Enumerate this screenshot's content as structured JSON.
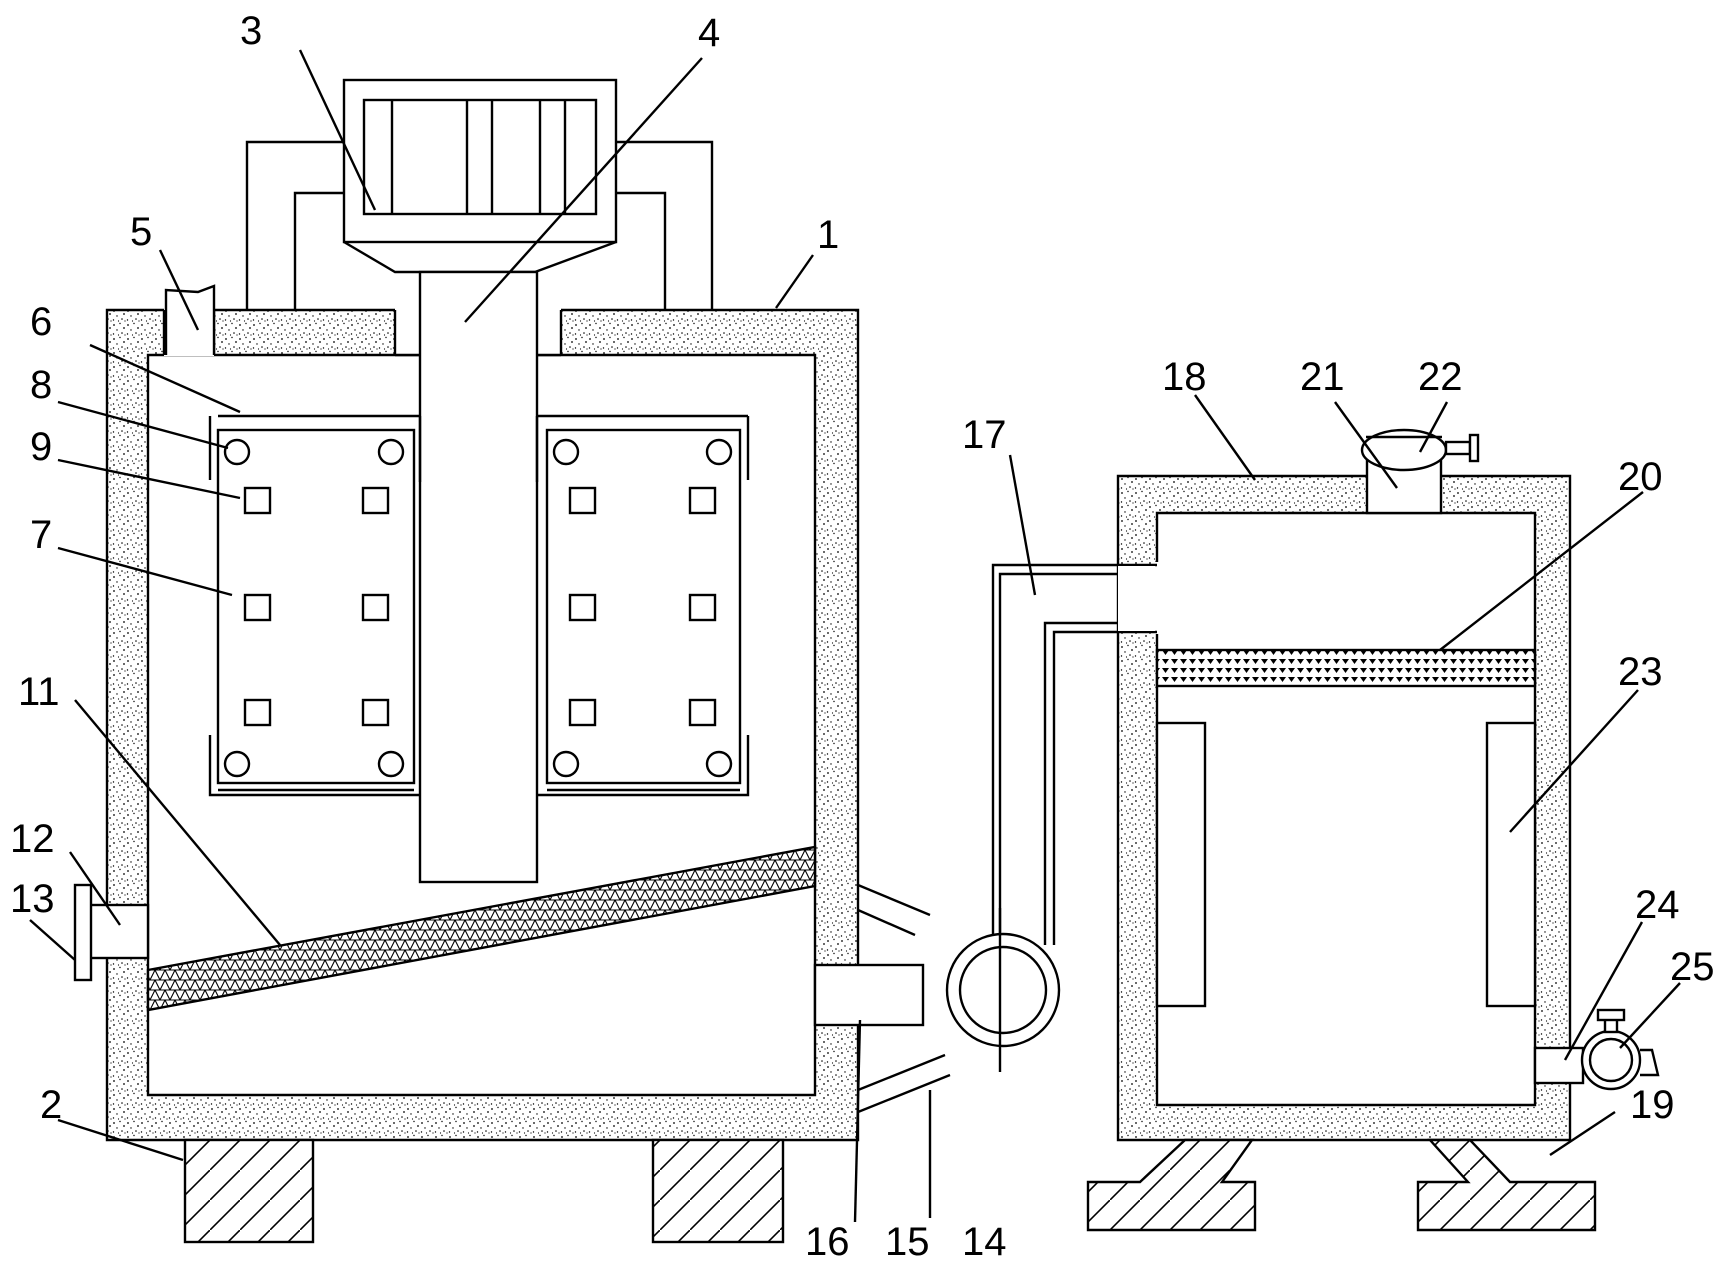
{
  "labels": {
    "l1": "1",
    "l2": "2",
    "l3": "3",
    "l4": "4",
    "l5": "5",
    "l6": "6",
    "l7": "7",
    "l8": "8",
    "l9": "9",
    "l11": "11",
    "l12": "12",
    "l13": "13",
    "l14": "14",
    "l15": "15",
    "l16": "16",
    "l17": "17",
    "l18": "18",
    "l19": "19",
    "l20": "20",
    "l21": "21",
    "l22": "22",
    "l23": "23",
    "l24": "24",
    "l25": "25"
  }
}
